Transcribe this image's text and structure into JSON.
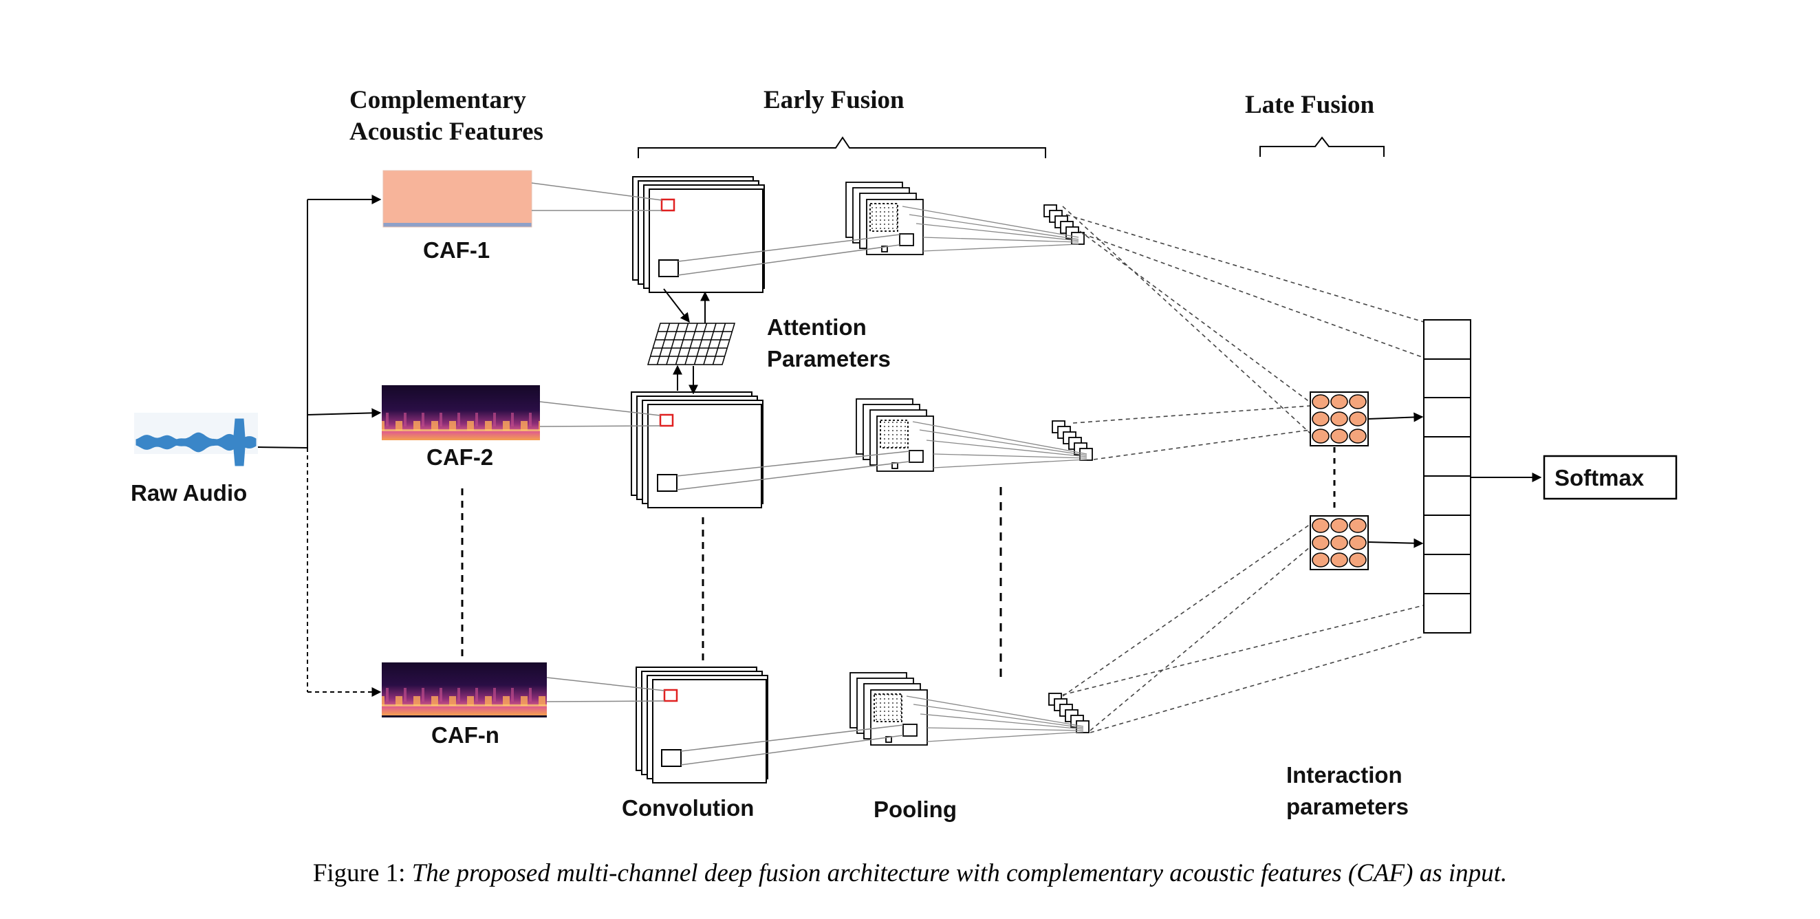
{
  "labels": {
    "complementary_line1": "Complementary",
    "complementary_line2": "Acoustic Features",
    "early_fusion": "Early Fusion",
    "late_fusion": "Late Fusion",
    "caf1": "CAF-1",
    "caf2": "CAF-2",
    "cafn": "CAF-n",
    "raw_audio": "Raw Audio",
    "attention_line1": "Attention",
    "attention_line2": "Parameters",
    "convolution": "Convolution",
    "pooling": "Pooling",
    "interaction_line1": "Interaction",
    "interaction_line2": "parameters",
    "softmax": "Softmax"
  },
  "caption": {
    "prefix": "Figure 1: ",
    "text": "The proposed multi-channel deep fusion architecture with complementary acoustic features (CAF) as input."
  },
  "colors": {
    "caf1_fill": "#f7b49a",
    "spectrogram_dark": "#1a0a2e",
    "spectrogram_mid": "#b03a7a",
    "spectrogram_hot": "#f59a3a",
    "waveform": "#3a86c8",
    "attention_red": "#e02020",
    "interaction_fill": "#f4a57c"
  }
}
